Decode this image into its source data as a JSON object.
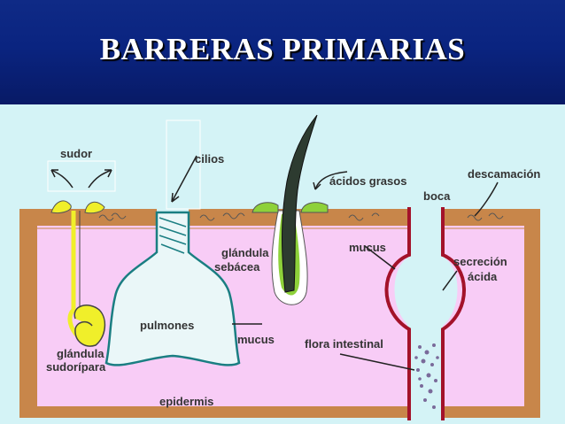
{
  "title": "BARRERAS PRIMARIAS",
  "labels": {
    "sudor": "sudor",
    "cilios": "cilios",
    "acidos_grasos": "ácidos grasos",
    "descamacion": "descamación",
    "boca": "boca",
    "glandula_sebacea_1": "glándula",
    "glandula_sebacea_2": "sebácea",
    "mucus_boca": "mucus",
    "secrecion_1": "secreción",
    "secrecion_2": "ácida",
    "pulmones": "pulmones",
    "mucus_pulmon": "mucus",
    "flora_intestinal": "flora intestinal",
    "glandula_sudoripara_1": "glándula",
    "glandula_sudoripara_2": "sudorípara",
    "epidermis": "epidermis"
  },
  "colors": {
    "header": "#0a2480",
    "background": "#d4f3f6",
    "body_fill": "#f8ccf6",
    "skin_border": "#c8864a",
    "gland_yellow": "#f0ef2a",
    "sebaceous_green": "#8ed13a",
    "mucosa_red": "#a3122a",
    "lung_outline": "#1a7e82"
  }
}
